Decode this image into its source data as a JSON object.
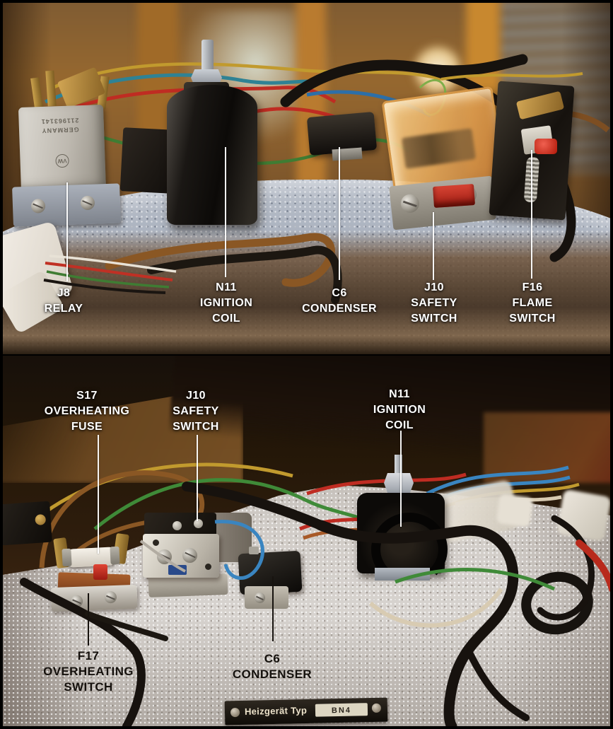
{
  "top_photo": {
    "labels": [
      {
        "id": "j8-relay",
        "lines": [
          "J8",
          "RELAY"
        ]
      },
      {
        "id": "n11-ignition-coil",
        "lines": [
          "N11",
          "IGNITION",
          "COIL"
        ]
      },
      {
        "id": "c6-condenser",
        "lines": [
          "C6",
          "CONDENSER"
        ]
      },
      {
        "id": "j10-safety-switch",
        "lines": [
          "J10",
          "SAFETY",
          "SWITCH"
        ]
      },
      {
        "id": "f16-flame-switch",
        "lines": [
          "F16",
          "FLAME",
          "SWITCH"
        ]
      }
    ],
    "relay_markings": {
      "part_number": "211963141",
      "origin": "GERMANY",
      "logo": "VW"
    }
  },
  "bottom_photo": {
    "labels_top": [
      {
        "id": "s17-overheating-fuse",
        "lines": [
          "S17",
          "OVERHEATING",
          "FUSE"
        ]
      },
      {
        "id": "j10-safety-switch",
        "lines": [
          "J10",
          "SAFETY",
          "SWITCH"
        ]
      },
      {
        "id": "n11-ignition-coil",
        "lines": [
          "N11",
          "IGNITION",
          "COIL"
        ]
      }
    ],
    "labels_bottom": [
      {
        "id": "f17-overheating-switch",
        "lines": [
          "F17",
          "OVERHEATING",
          "SWITCH"
        ]
      },
      {
        "id": "c6-condenser",
        "lines": [
          "C6",
          "CONDENSER"
        ]
      }
    ],
    "nameplate": {
      "label": "Heizgerät Typ",
      "value": "BN4"
    }
  },
  "palette": {
    "label_white": "#ffffff",
    "label_black": "#15110d",
    "tank_top": "#9aa3b2",
    "tank_bottom": "#c6c0ba",
    "wood": "#a06a28",
    "shadow_brown": "#55402c",
    "wire_red": "#bf2c22",
    "wire_green": "#3f8a38",
    "wire_yellow": "#c19a2e",
    "wire_blue": "#3a85c0",
    "wire_teal": "#2f8294",
    "wire_brown": "#8a5724",
    "loom_black": "#17120e",
    "amber_cover": "#e0a254",
    "indicator_red": "#c22018"
  }
}
